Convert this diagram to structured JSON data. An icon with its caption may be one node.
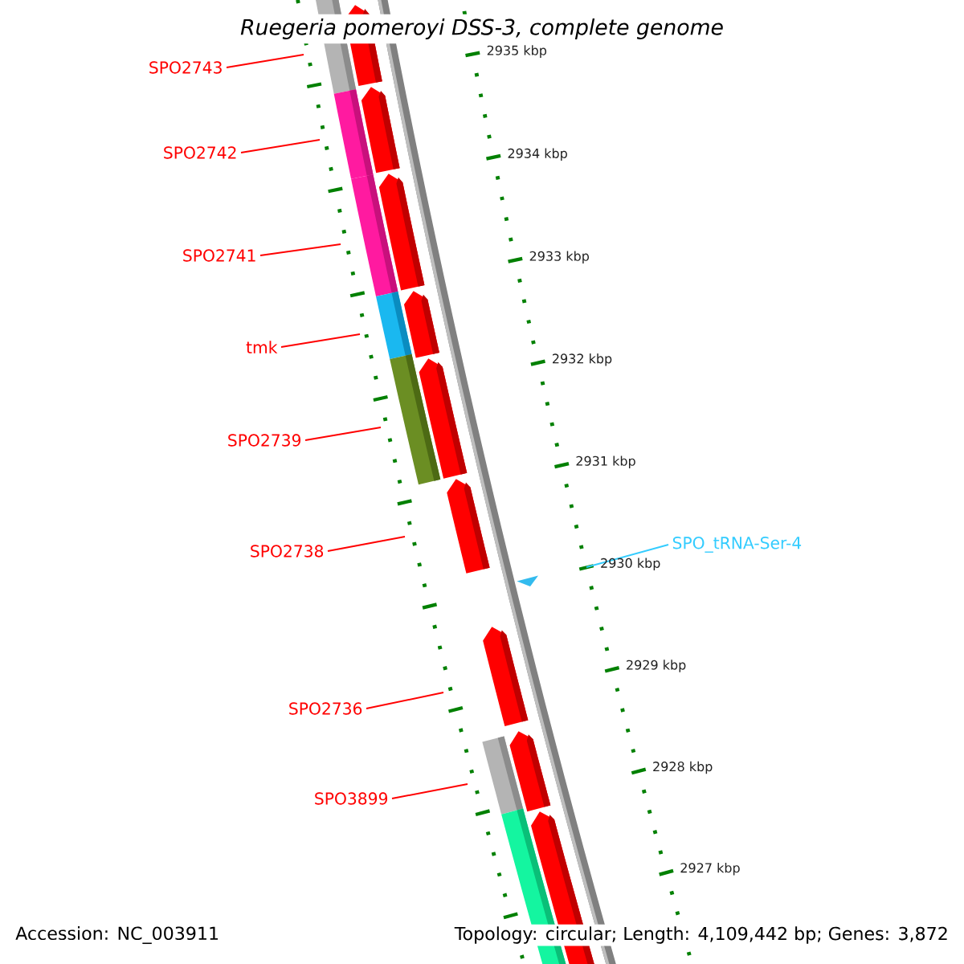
{
  "diagram": {
    "title": "Ruegeria pomeroyi DSS-3, complete genome",
    "nodes": [
      {
        "text": [
          "SPO2743"
        ]
      },
      {
        "text": [
          "SPO2742"
        ]
      },
      {
        "text": [
          "SPO2741"
        ]
      },
      {
        "text": [
          "tmk"
        ]
      },
      {
        "text": [
          "SPO2739"
        ]
      },
      {
        "text": [
          "SPO2738"
        ]
      },
      {
        "text": [
          "SPO2736"
        ]
      },
      {
        "text": [
          "SPO3899"
        ]
      },
      {
        "text": [
          "SPO_tRNA-Ser-4"
        ]
      }
    ],
    "edges": [
      {
        "from": 0,
        "to": null,
        "arrow": "none"
      },
      {
        "from": 1,
        "to": null,
        "arrow": "none"
      },
      {
        "from": 2,
        "to": null,
        "arrow": "none"
      },
      {
        "from": 3,
        "to": null,
        "arrow": "none"
      },
      {
        "from": 4,
        "to": null,
        "arrow": "none"
      },
      {
        "from": 5,
        "to": null,
        "arrow": "none"
      },
      {
        "from": 6,
        "to": null,
        "arrow": "none"
      },
      {
        "from": 7,
        "to": null,
        "arrow": "none"
      },
      {
        "from": 8,
        "to": null,
        "arrow": "none",
        "color": "#33ccff"
      }
    ],
    "labels": [
      "2935 kbp",
      "2934 kbp",
      "2933 kbp",
      "2932 kbp",
      "2931 kbp",
      "2930 kbp",
      "2929 kbp",
      "2928 kbp",
      "2927 kbp",
      "Accession: NC_003911",
      "Topology: circular; Length: 4,109,442 bp; Genes: 3,872"
    ]
  }
}
